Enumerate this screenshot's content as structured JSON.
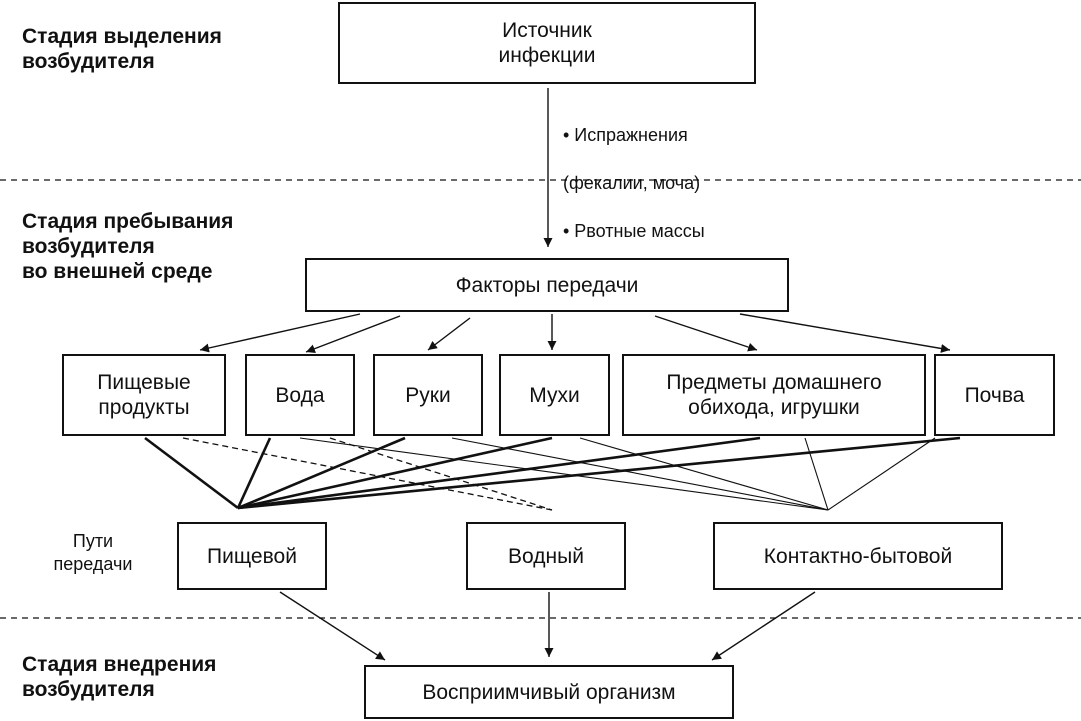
{
  "stages": {
    "release": "Стадия выделения\nвозбудителя",
    "environment": "Стадия пребывания\nвозбудителя\nво внешней  среде",
    "entry": "Стадия внедрения\nвозбудителя"
  },
  "source": "Источник\nинфекции",
  "excretions": [
    "• Испражнения",
    "  (фекалии, моча)",
    "• Рвотные массы"
  ],
  "factors_title": "Факторы передачи",
  "factors": {
    "food": "Пищевые\nпродукты",
    "water": "Вода",
    "hands": "Руки",
    "flies": "Мухи",
    "household": "Предметы  домашнего\nобихода, игрушки",
    "soil": "Почва"
  },
  "routes_label": "Пути\nпередачи",
  "routes": {
    "food": "Пищевой",
    "water": "Водный",
    "contact": "Контактно-бытовой"
  },
  "host": "Восприимчивый организм"
}
